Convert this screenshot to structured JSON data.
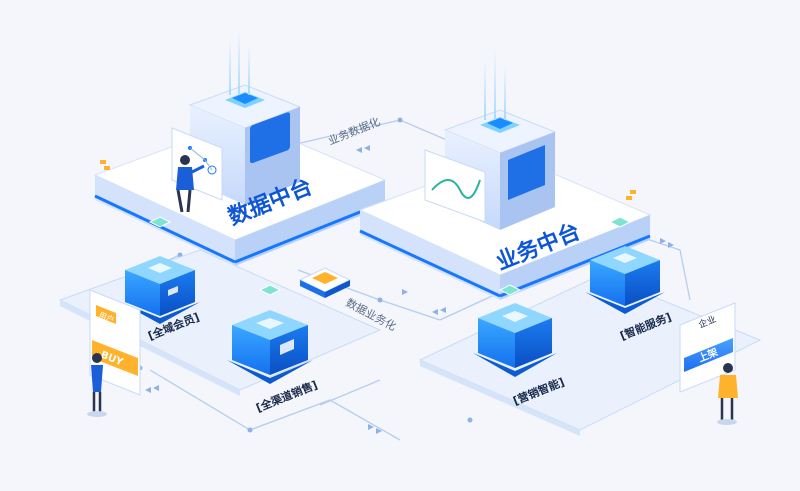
{
  "platforms": {
    "data_platform": "数据中台",
    "business_platform": "业务中台"
  },
  "flows": {
    "business_datafication": "业务数据化",
    "data_businessization": "数据业务化"
  },
  "modules": {
    "member": "[全域会员]",
    "channel": "[全渠道销售]",
    "marketing": "[营销智能]",
    "service": "[智能服务]"
  },
  "signs": {
    "user": "用户",
    "buy": "BUY",
    "enterprise": "企业",
    "shelf": "上架"
  },
  "colors": {
    "accent": "#1677ff",
    "accent_dark": "#0e56d8",
    "platform_top": "#ffffff",
    "platform_side": "#cfe0ff",
    "cube_top": "#7fd1ff",
    "cube_front": "#1b8cff",
    "cube_side": "#0a5fd6",
    "orange": "#ffb22c",
    "line": "#a9c4ec"
  }
}
